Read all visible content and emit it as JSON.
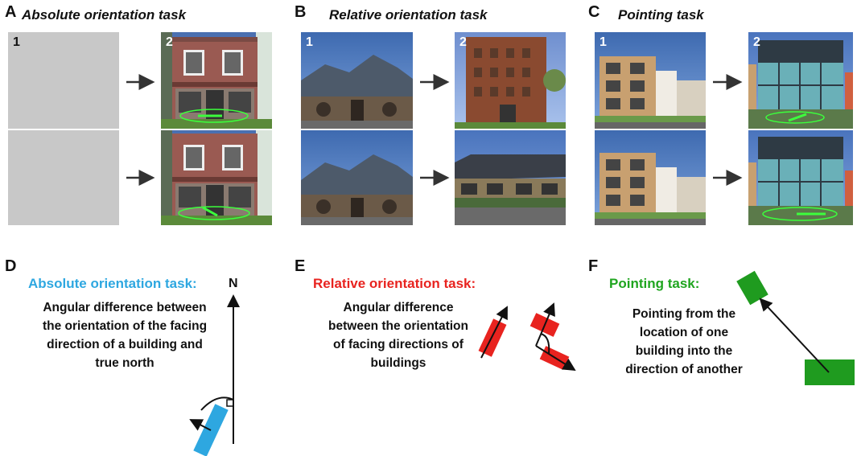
{
  "panels": {
    "A": {
      "letter": "A",
      "title": "Absolute orientation task",
      "img1": "1",
      "img2": "2"
    },
    "B": {
      "letter": "B",
      "title": "Relative orientation task",
      "img1": "1",
      "img2": "2"
    },
    "C": {
      "letter": "C",
      "title": "Pointing task",
      "img1": "1",
      "img2": "2"
    },
    "D": {
      "letter": "D",
      "subtitle": "Absolute orientation task:",
      "description": "Angular difference between the orientation of the facing direction of a building and true north",
      "north_label": "N"
    },
    "E": {
      "letter": "E",
      "subtitle": "Relative orientation task:",
      "description": "Angular difference between the orientation of facing directions of buildings"
    },
    "F": {
      "letter": "F",
      "subtitle": "Pointing task:",
      "description": "Pointing from the location of one building into the direction of another"
    }
  },
  "colors": {
    "absolute": "#2ea7e0",
    "relative": "#e8231f",
    "pointing": "#1fa51f",
    "building_fill_abs": "#3aa6e0",
    "building_fill_rel": "#e8231f",
    "building_fill_point": "#1f9b1f"
  }
}
